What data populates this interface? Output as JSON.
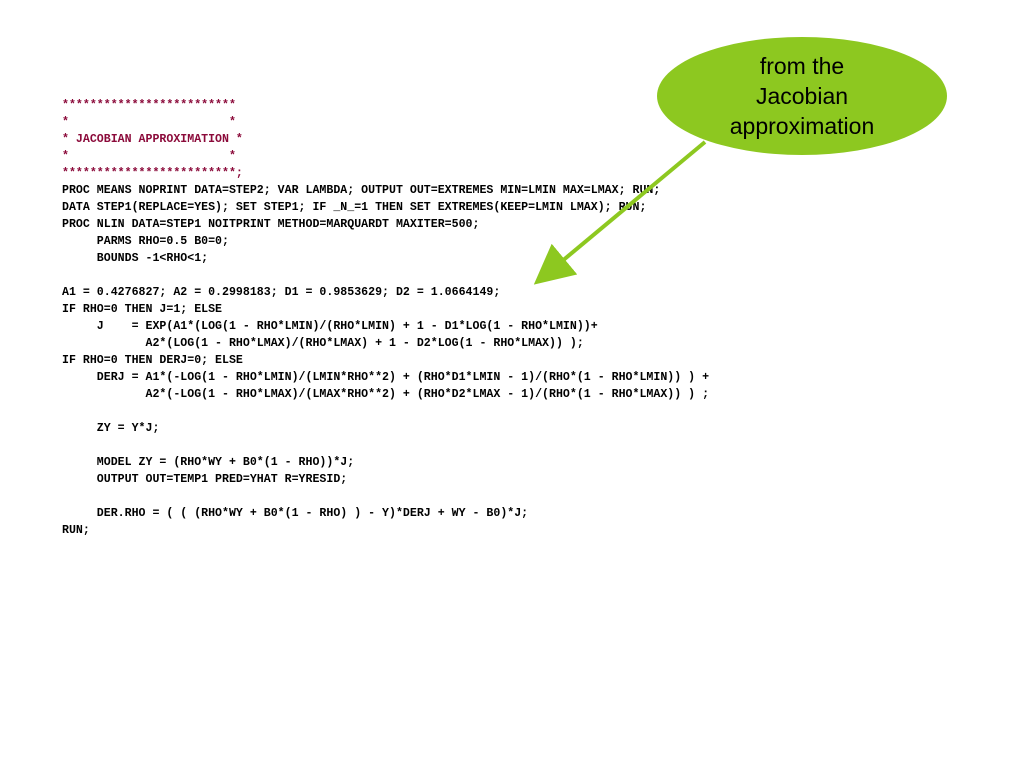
{
  "slide": {
    "code_lines": [
      {
        "text": "*************************",
        "type": "comment"
      },
      {
        "text": "*                       *",
        "type": "comment"
      },
      {
        "text": "* JACOBIAN APPROXIMATION *",
        "type": "comment"
      },
      {
        "text": "*                       *",
        "type": "comment"
      },
      {
        "text": "*************************;",
        "type": "comment"
      },
      {
        "text": "PROC MEANS NOPRINT DATA=STEP2; VAR LAMBDA; OUTPUT OUT=EXTREMES MIN=LMIN MAX=LMAX; RUN;",
        "type": "code"
      },
      {
        "text": "DATA STEP1(REPLACE=YES); SET STEP1; IF _N_=1 THEN SET EXTREMES(KEEP=LMIN LMAX); RUN;",
        "type": "code"
      },
      {
        "text": "PROC NLIN DATA=STEP1 NOITPRINT METHOD=MARQUARDT MAXITER=500;",
        "type": "code"
      },
      {
        "text": "     PARMS RHO=0.5 B0=0;",
        "type": "code"
      },
      {
        "text": "     BOUNDS -1<RHO<1;",
        "type": "code"
      },
      {
        "text": "",
        "type": "code"
      },
      {
        "text": "A1 = 0.4276827; A2 = 0.2998183; D1 = 0.9853629; D2 = 1.0664149;",
        "type": "code"
      },
      {
        "text": "IF RHO=0 THEN J=1; ELSE",
        "type": "code"
      },
      {
        "text": "     J    = EXP(A1*(LOG(1 - RHO*LMIN)/(RHO*LMIN) + 1 - D1*LOG(1 - RHO*LMIN))+",
        "type": "code"
      },
      {
        "text": "            A2*(LOG(1 - RHO*LMAX)/(RHO*LMAX) + 1 - D2*LOG(1 - RHO*LMAX)) );",
        "type": "code"
      },
      {
        "text": "IF RHO=0 THEN DERJ=0; ELSE",
        "type": "code"
      },
      {
        "text": "     DERJ = A1*(-LOG(1 - RHO*LMIN)/(LMIN*RHO**2) + (RHO*D1*LMIN - 1)/(RHO*(1 - RHO*LMIN)) ) +",
        "type": "code"
      },
      {
        "text": "            A2*(-LOG(1 - RHO*LMAX)/(LMAX*RHO**2) + (RHO*D2*LMAX - 1)/(RHO*(1 - RHO*LMAX)) ) ;",
        "type": "code"
      },
      {
        "text": "",
        "type": "code"
      },
      {
        "text": "     ZY = Y*J;",
        "type": "code"
      },
      {
        "text": "",
        "type": "code"
      },
      {
        "text": "     MODEL ZY = (RHO*WY + B0*(1 - RHO))*J;",
        "type": "code"
      },
      {
        "text": "     OUTPUT OUT=TEMP1 PRED=YHAT R=YRESID;",
        "type": "code"
      },
      {
        "text": "",
        "type": "code"
      },
      {
        "text": "     DER.RHO = ( ( (RHO*WY + B0*(1 - RHO) ) - Y)*DERJ + WY - B0)*J;",
        "type": "code"
      },
      {
        "text": "RUN;",
        "type": "code"
      }
    ],
    "callout": {
      "text": "from the\nJacobian\napproximation",
      "color": "#8dc820"
    },
    "colors": {
      "comment": "#8b0a3a",
      "code": "#000000",
      "arrow": "#8dc820"
    }
  }
}
